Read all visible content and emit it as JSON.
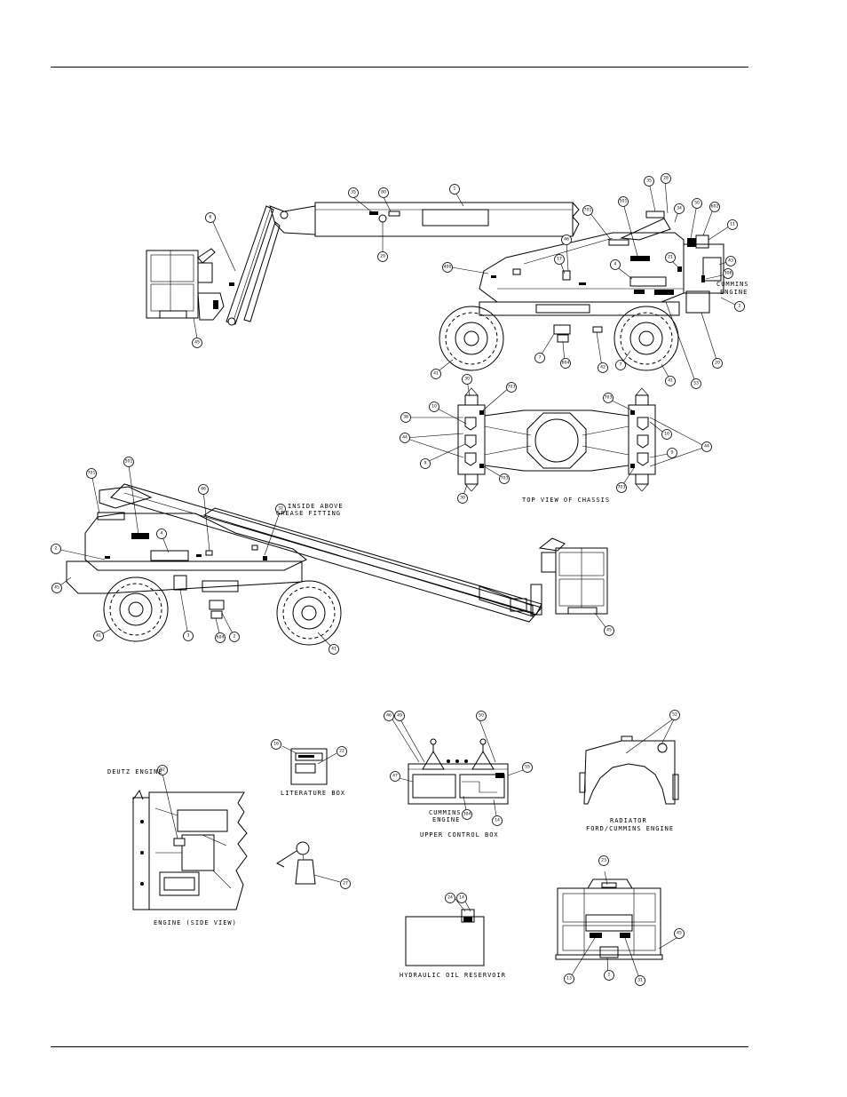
{
  "labels": {
    "cummins_engine_1": "CUMMINS",
    "cummins_engine_2": "ENGINE",
    "top_view": "TOP VIEW OF CHASSIS",
    "inside_above_1": "INSIDE ABOVE",
    "inside_above_2": "GREASE FITTING",
    "deutz_engine": "DEUTZ ENGINE",
    "literature_box": "LITERATURE BOX",
    "upper_cummins_1": "CUMMINS",
    "upper_cummins_2": "ENGINE",
    "upper_control_box": "UPPER CONTROL BOX",
    "radiator_1": "RADIATOR",
    "radiator_2": "FORD/CUMMINS ENGINE",
    "engine_side_view": "ENGINE (SIDE VIEW)",
    "hydraulic_oil_reservoir": "HYDRAULIC OIL RESERVOIR"
  },
  "callouts": {
    "top": [
      "6",
      "35",
      "80",
      "1",
      "29",
      "45",
      "400",
      "46",
      "17",
      "701",
      "501",
      "4",
      "35",
      "28",
      "34",
      "50",
      "602",
      "11",
      "21",
      "43",
      "306",
      "2",
      "20",
      "7",
      "604",
      "42",
      "7",
      "41",
      "41",
      "53"
    ],
    "chassis": [
      "30",
      "703",
      "10",
      "38",
      "44",
      "9",
      "703",
      "30",
      "703",
      "10",
      "44",
      "9",
      "703",
      "30"
    ],
    "lower": [
      "701",
      "501",
      "4",
      "46",
      "32",
      "2",
      "45",
      "3",
      "604",
      "2",
      "41",
      "41",
      "45"
    ],
    "details": [
      "52",
      "16",
      "22",
      "27",
      "46",
      "49",
      "47",
      "304",
      "50",
      "55",
      "14",
      "52",
      "24",
      "14",
      "23",
      "45",
      "13",
      "1",
      "31"
    ]
  }
}
